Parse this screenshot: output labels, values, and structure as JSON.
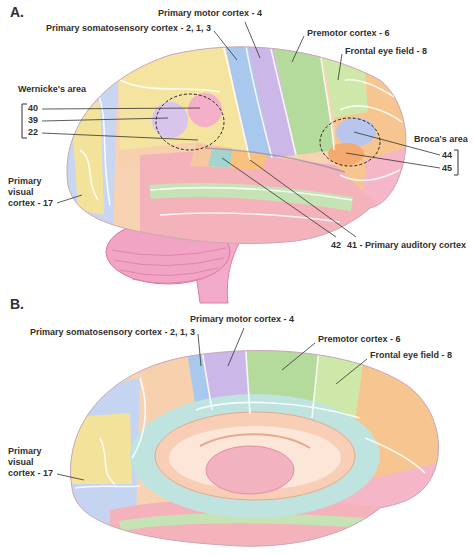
{
  "diagram": {
    "labels": [
      "A.",
      "Primary motor cortex - 4",
      "Primary somatosensory cortex - 2, 1, 3",
      "Premotor cortex - 6",
      "Frontal eye field - 8",
      "Wernicke's area",
      "40",
      "39",
      "22",
      "Broca's area",
      "44",
      "45",
      "Primary visual cortex - 17",
      "42",
      "41 - Primary auditory cortex",
      "B.",
      "Primary motor cortex - 4",
      "Primary somatosensory cortex - 2, 1, 3",
      "Premotor cortex - 6",
      "Frontal eye field - 8",
      "Primary visual cortex - 17"
    ]
  }
}
